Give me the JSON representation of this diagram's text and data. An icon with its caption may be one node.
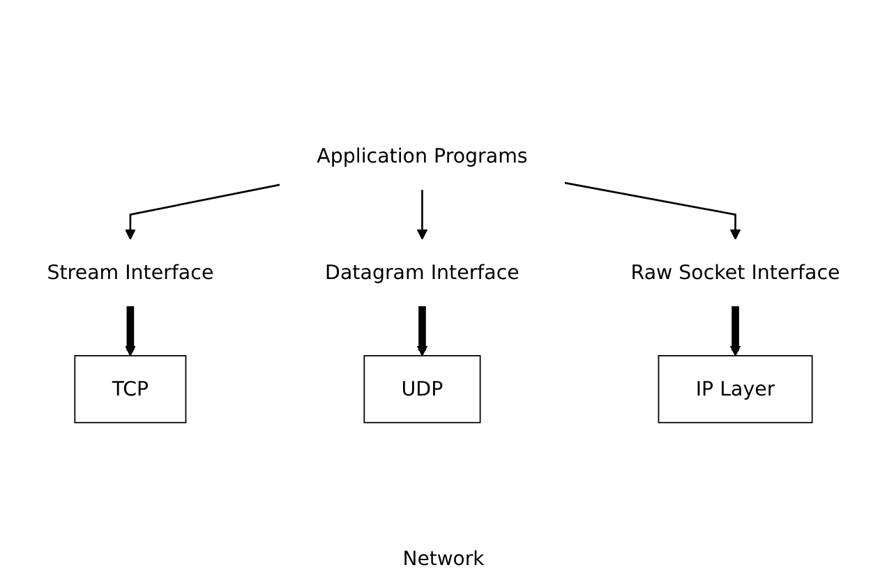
{
  "diagram": {
    "nodes": [
      {
        "text": [
          "Application Programs"
        ]
      },
      {
        "text": [
          "Stream Interface"
        ]
      },
      {
        "text": [
          "Datagram Interface"
        ]
      },
      {
        "text": [
          "Raw Socket Interface"
        ]
      },
      {
        "text": [
          "TCP"
        ]
      },
      {
        "text": [
          "UDP"
        ]
      },
      {
        "text": [
          "IP Layer"
        ]
      }
    ],
    "edges": [
      {
        "from": 0,
        "to": 1,
        "arrow": "to"
      },
      {
        "from": 0,
        "to": 2,
        "arrow": "to"
      },
      {
        "from": 0,
        "to": 3,
        "arrow": "to"
      },
      {
        "from": 1,
        "to": 4,
        "arrow": "to",
        "style": "thick"
      },
      {
        "from": 2,
        "to": 5,
        "arrow": "to",
        "style": "thick"
      },
      {
        "from": 3,
        "to": 6,
        "arrow": "to",
        "style": "thick"
      }
    ],
    "labels": [
      "Network"
    ]
  }
}
